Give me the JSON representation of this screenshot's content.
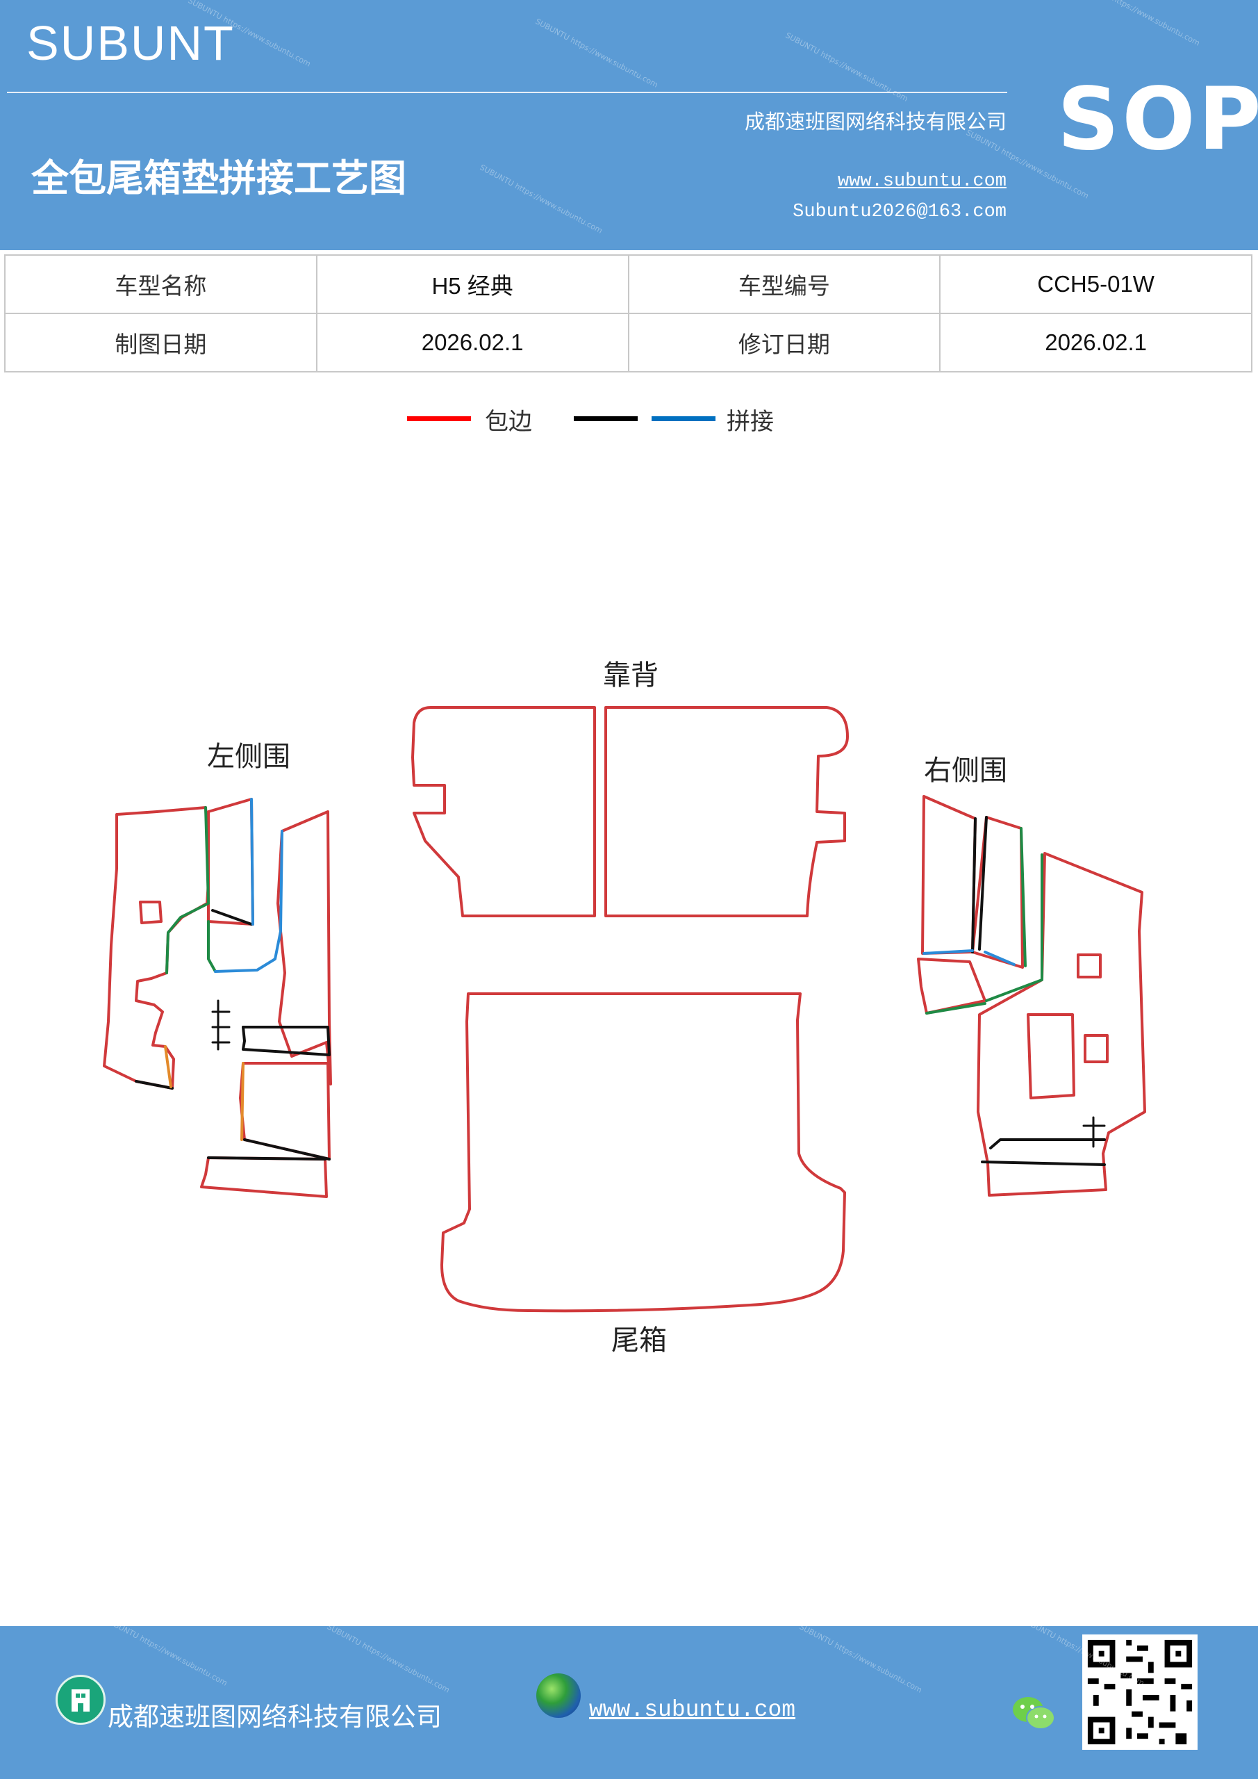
{
  "header": {
    "brand": "SUBUNT",
    "title": "全包尾箱垫拼接工艺图",
    "company": "成都速班图网络科技有限公司",
    "website": "www.subuntu.com",
    "email": "Subuntu2026@163.com",
    "badge": "SOP",
    "watermark_text": "SUBUNTU https://www.subuntu.com"
  },
  "info_table": {
    "rows": [
      {
        "label1": "车型名称",
        "value1": "H5 经典",
        "label2": "车型编号",
        "value2": "CCH5-01W"
      },
      {
        "label1": "制图日期",
        "value1": "2026.02.1",
        "label2": "修订日期",
        "value2": "2026.02.1"
      }
    ]
  },
  "legend": {
    "items": [
      {
        "color": "#ff0000",
        "label": "包边"
      },
      {
        "color": "#000000",
        "label": ""
      },
      {
        "color": "#0070c0",
        "label": "拼接"
      }
    ]
  },
  "drawing": {
    "parts": {
      "backrest": "靠背",
      "left_side": "左侧围",
      "right_side": "右侧围",
      "trunk": "尾箱"
    },
    "colors": {
      "edge": "#d0393b",
      "seam_black": "#111111",
      "seam_blue": "#2b8bd8",
      "seam_green": "#1f8a45",
      "seam_orange": "#e38a2a"
    }
  },
  "footer": {
    "company": "成都速班图网络科技有限公司",
    "url": "www.subuntu.com "
  }
}
